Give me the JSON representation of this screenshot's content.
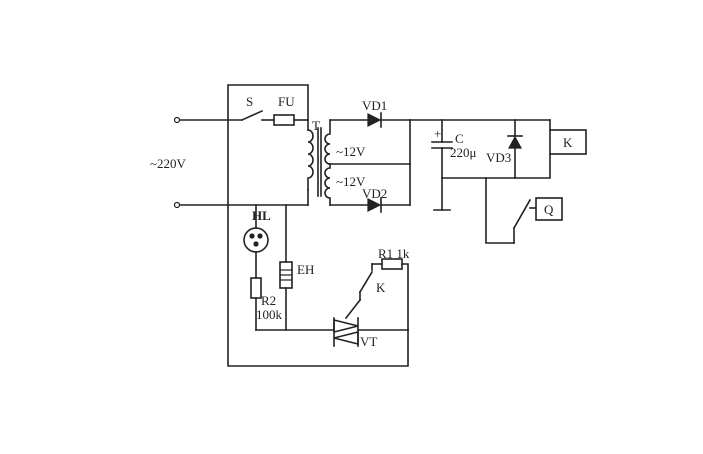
{
  "labels": {
    "supply": "~220V",
    "switch": "S",
    "fuse": "FU",
    "transformer": "T",
    "winding1": "~12V",
    "winding2": "~12V",
    "diode1": "VD1",
    "diode2": "VD2",
    "diode3": "VD3",
    "capacitor": "C",
    "capacitor_value": "220μ",
    "relay": "K",
    "contact_q": "Q",
    "lamp": "HL",
    "heater": "EH",
    "resistor1": "R1 1k",
    "relay_contact": "K",
    "resistor2": "R2",
    "resistor2_value": "100k",
    "triac": "VT"
  }
}
